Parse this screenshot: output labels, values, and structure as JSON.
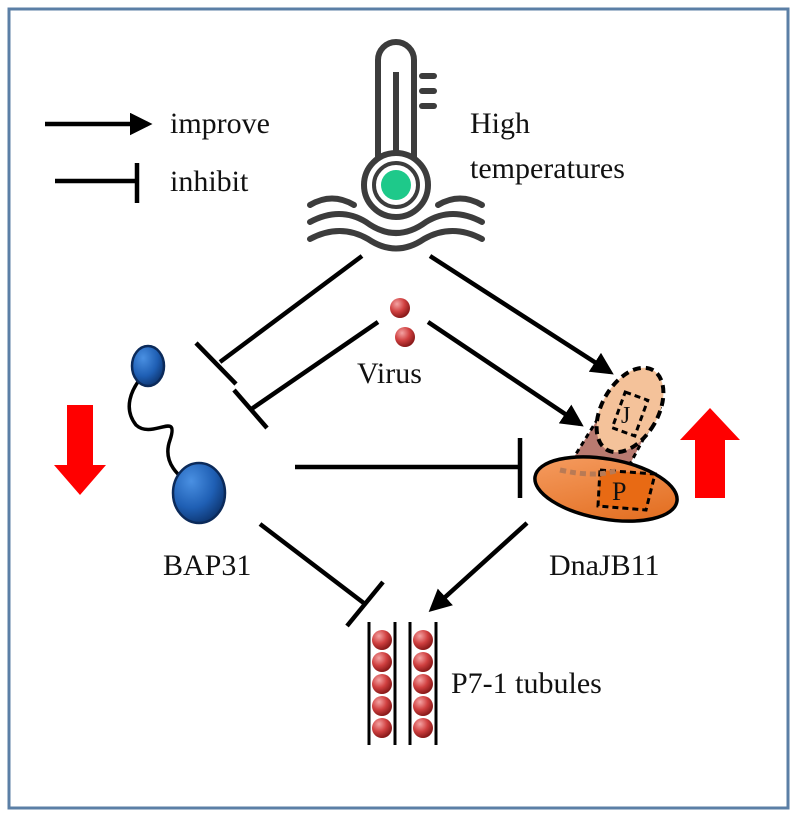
{
  "legend": {
    "improve_label": "improve",
    "inhibit_label": "inhibit"
  },
  "nodes": {
    "high_temperatures": [
      "High",
      "temperatures"
    ],
    "virus": "Virus",
    "bap31": "BAP31",
    "dnajb11": "DnaJB11",
    "p71_tubules": "P7-1 tubules",
    "domain_j": "J",
    "domain_p": "P"
  },
  "edges": [
    {
      "from": "High temperatures",
      "to": "BAP31",
      "type": "inhibit"
    },
    {
      "from": "High temperatures",
      "to": "DnaJB11",
      "type": "improve"
    },
    {
      "from": "Virus",
      "to": "BAP31",
      "type": "inhibit"
    },
    {
      "from": "Virus",
      "to": "DnaJB11",
      "type": "improve"
    },
    {
      "from": "BAP31",
      "to": "DnaJB11",
      "type": "inhibit"
    },
    {
      "from": "BAP31",
      "to": "P7-1 tubules",
      "type": "inhibit"
    },
    {
      "from": "DnaJB11",
      "to": "P7-1 tubules",
      "type": "improve"
    }
  ],
  "trends": {
    "bap31": "down",
    "dnajb11": "up"
  },
  "colors": {
    "border": "#5b7fa6",
    "trend_arrow": "#ff0000",
    "bap31_protein": "#1f5fb4",
    "virus_particle": "#c0392b",
    "thermometer_bulb": "#1ec98a",
    "dnajb11_j_domain": "#f4c29a",
    "dnajb11_p_domain": "#f07b2a",
    "dnajb11_body": "#b97a70"
  }
}
